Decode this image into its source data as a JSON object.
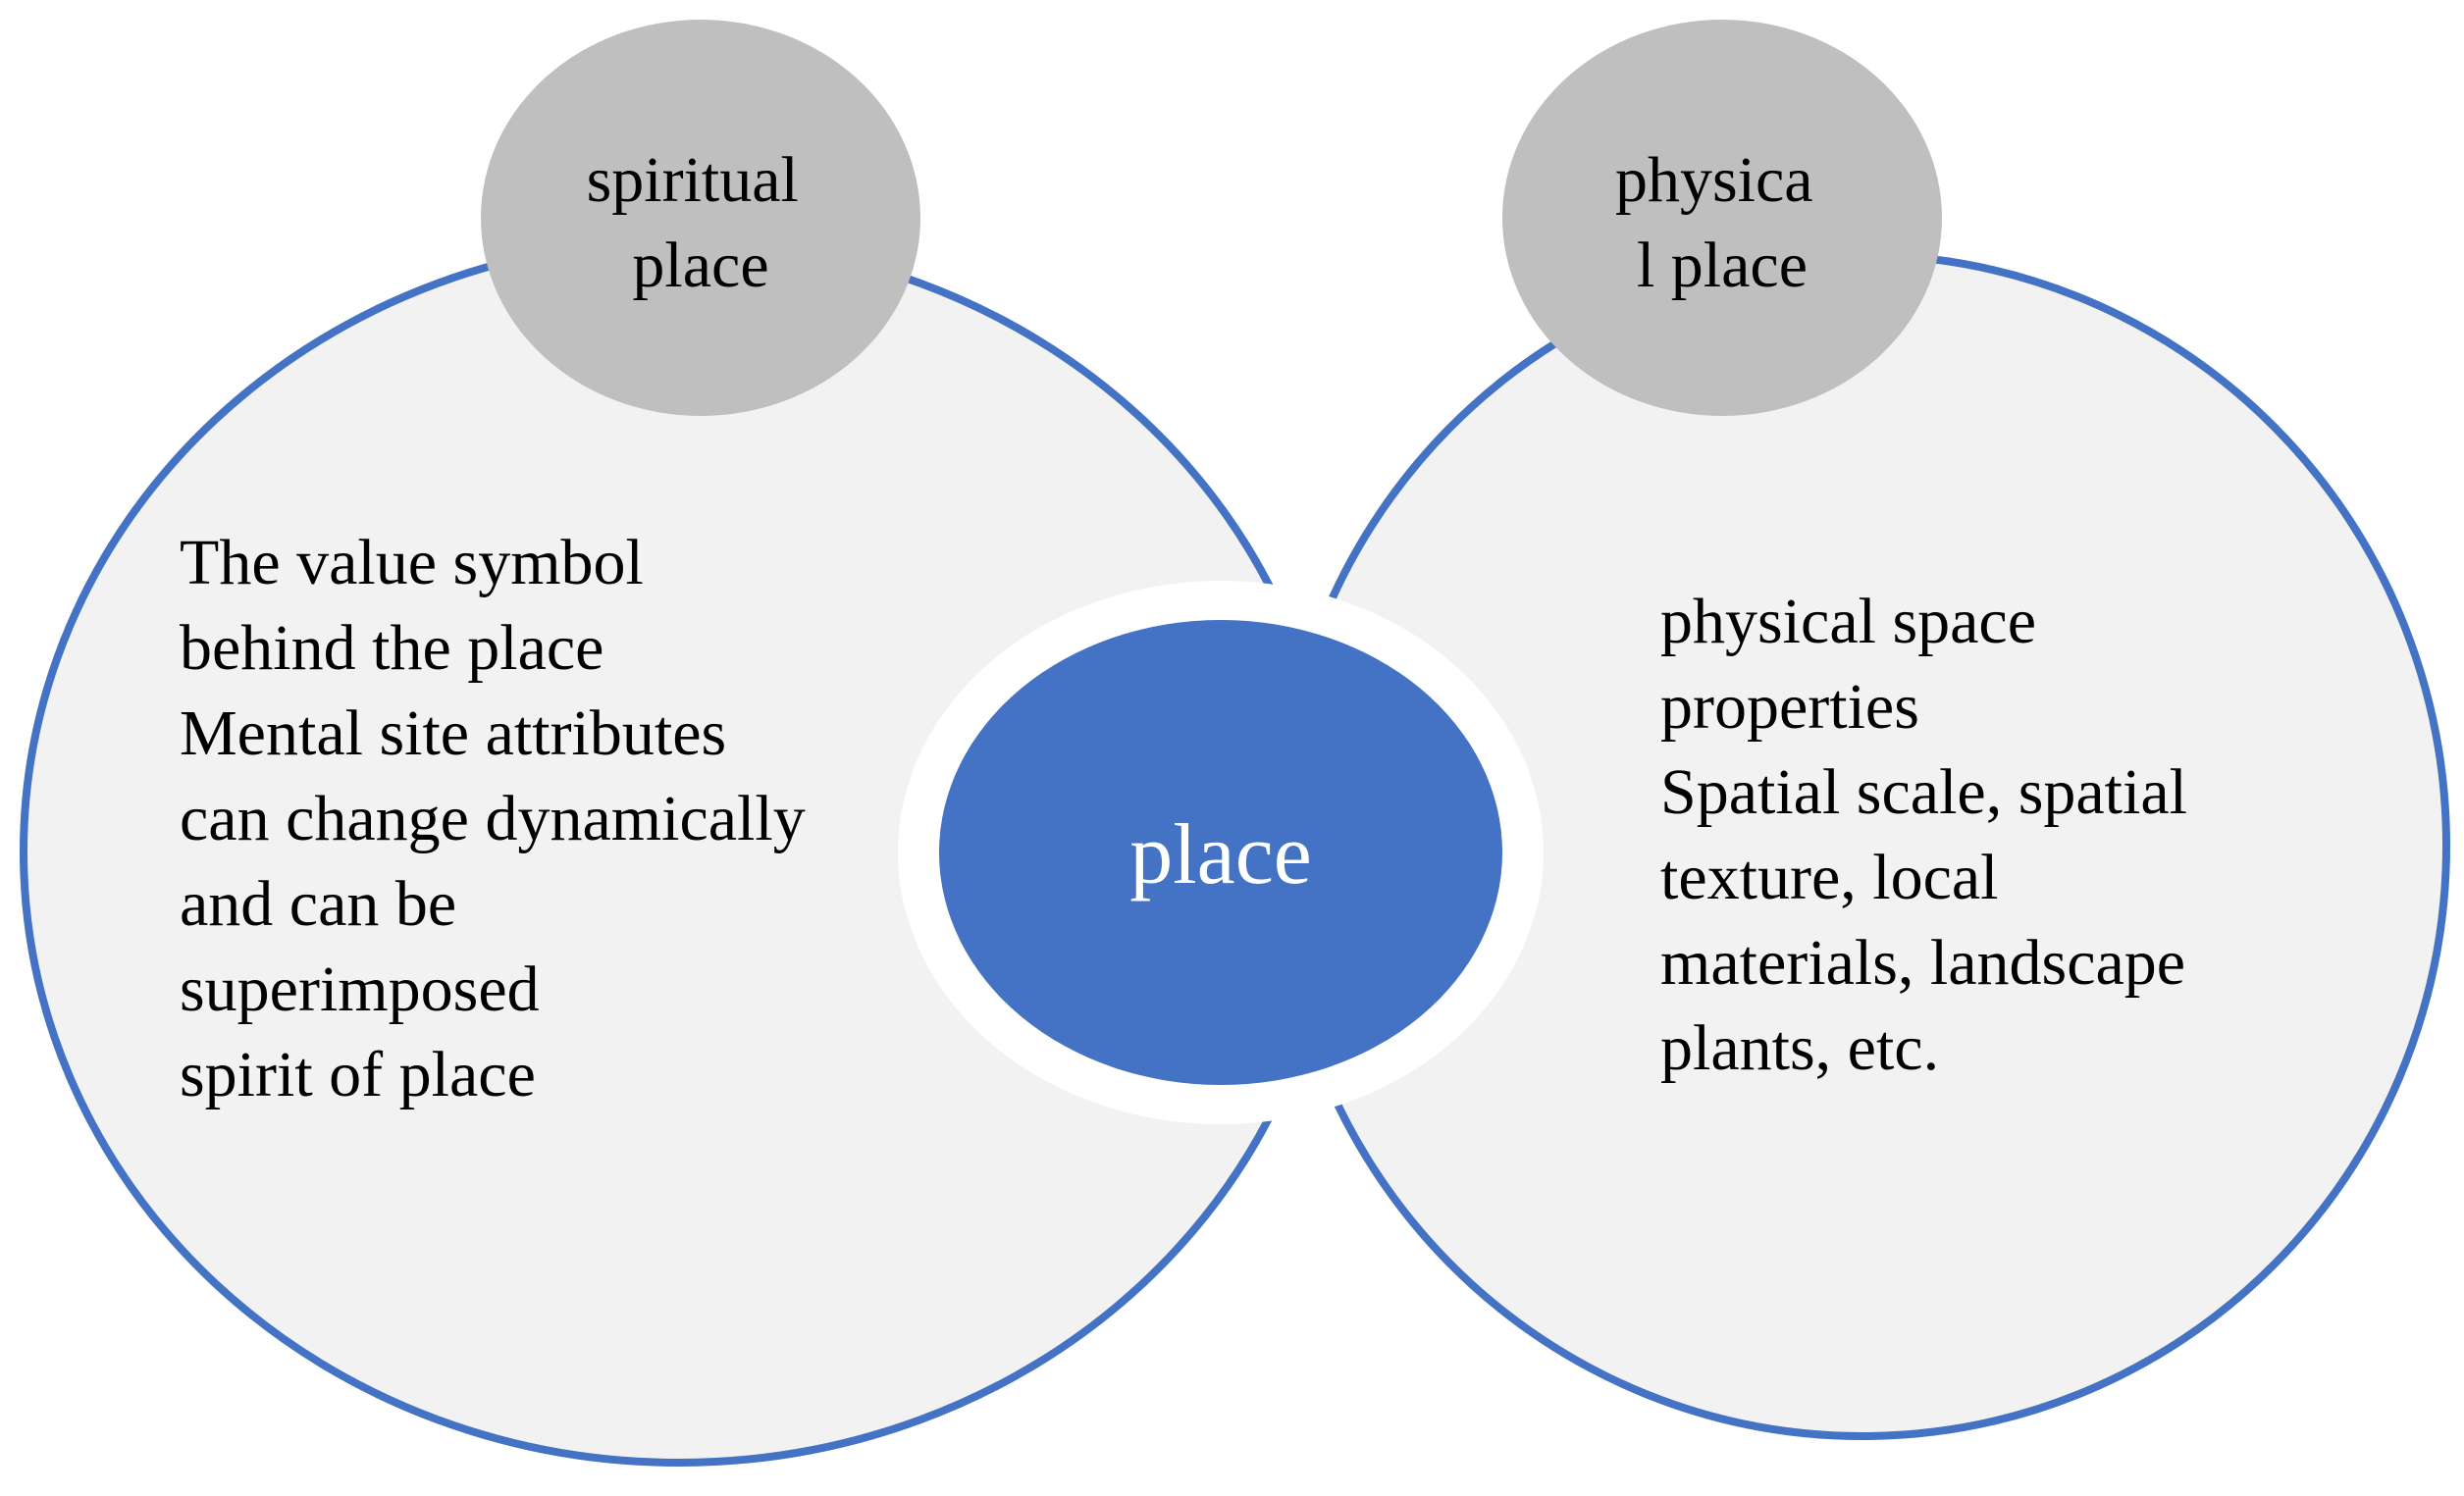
{
  "diagram": {
    "center": {
      "label": "place"
    },
    "left": {
      "header_lines": [
        "spiritual",
        "place"
      ],
      "body_lines": [
        "The value symbol",
        "behind the place",
        "Mental site attributes",
        "can change dynamically",
        "and can be",
        "superimposed",
        "spirit of place"
      ]
    },
    "right": {
      "header_lines": [
        "physica",
        "l place"
      ],
      "body_lines": [
        "physical space",
        "properties",
        "Spatial scale, spatial",
        "texture, local",
        "materials, landscape",
        "plants, etc."
      ]
    }
  },
  "colors": {
    "big_circle_fill": "#f2f2f2",
    "big_circle_stroke": "#4472c4",
    "header_circle_fill": "#bfbfbf",
    "center_fill": "#4472c4",
    "center_ring": "#ffffff",
    "text": "#000000",
    "center_text": "#ffffff"
  }
}
